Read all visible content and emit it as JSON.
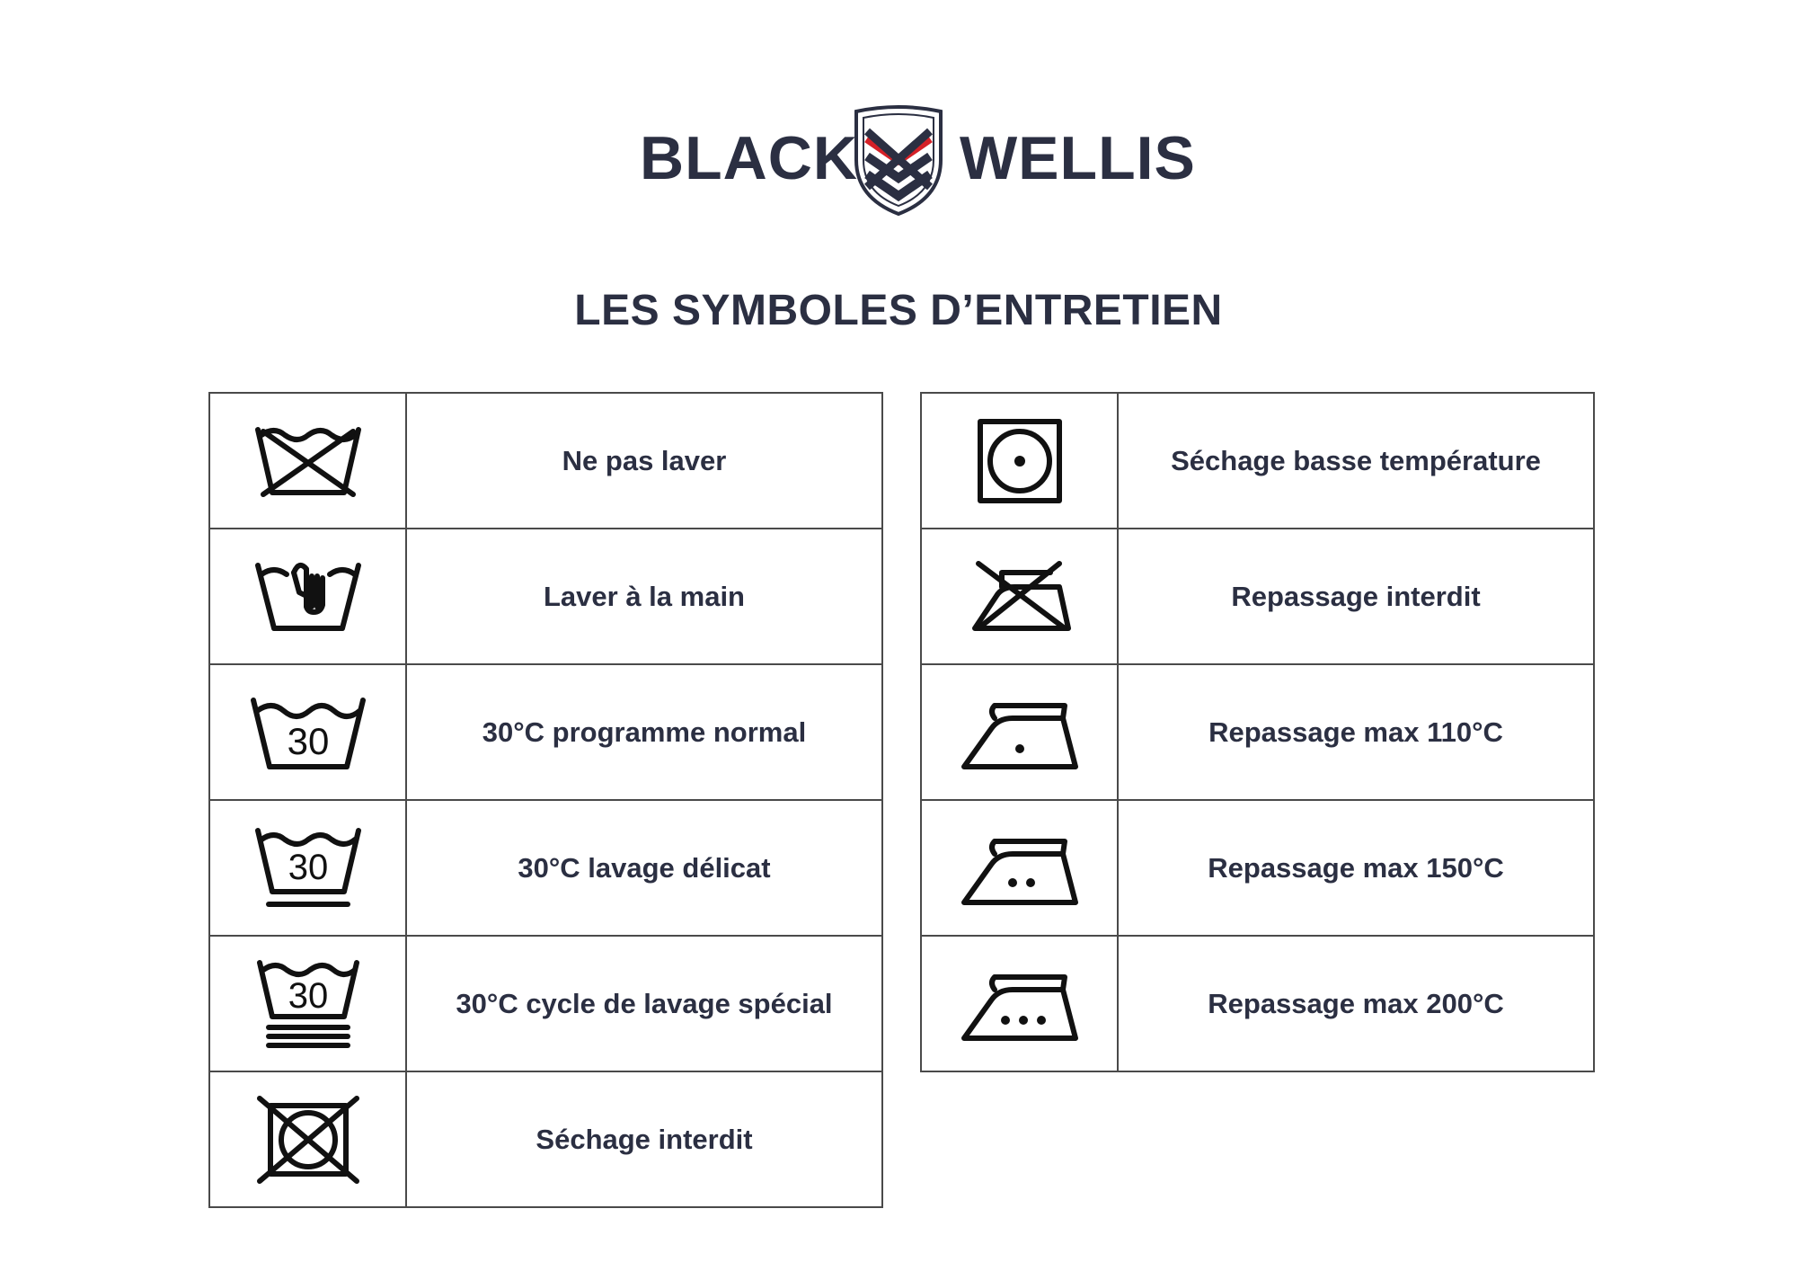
{
  "brand": {
    "name_left": "BLACK",
    "name_right": "WELLIS",
    "colors": {
      "navy": "#2b2f42",
      "red": "#d42027"
    }
  },
  "title": "LES SYMBOLES D’ENTRETIEN",
  "left_table": [
    {
      "icon": "do-not-wash-icon",
      "label": "Ne pas laver"
    },
    {
      "icon": "hand-wash-icon",
      "label": "Laver à la main"
    },
    {
      "icon": "wash-30-normal-icon",
      "label": "30°C programme normal",
      "temp": "30"
    },
    {
      "icon": "wash-30-delicate-icon",
      "label": "30°C lavage délicat",
      "temp": "30"
    },
    {
      "icon": "wash-30-special-icon",
      "label": "30°C cycle de lavage spécial",
      "temp": "30"
    },
    {
      "icon": "do-not-tumble-dry-icon",
      "label": "Séchage interdit"
    }
  ],
  "right_table": [
    {
      "icon": "tumble-dry-low-icon",
      "label": "Séchage basse température"
    },
    {
      "icon": "do-not-iron-icon",
      "label": "Repassage interdit"
    },
    {
      "icon": "iron-low-icon",
      "label": "Repassage max 110°C"
    },
    {
      "icon": "iron-medium-icon",
      "label": "Repassage max 150°C"
    },
    {
      "icon": "iron-high-icon",
      "label": "Repassage max 200°C"
    }
  ]
}
